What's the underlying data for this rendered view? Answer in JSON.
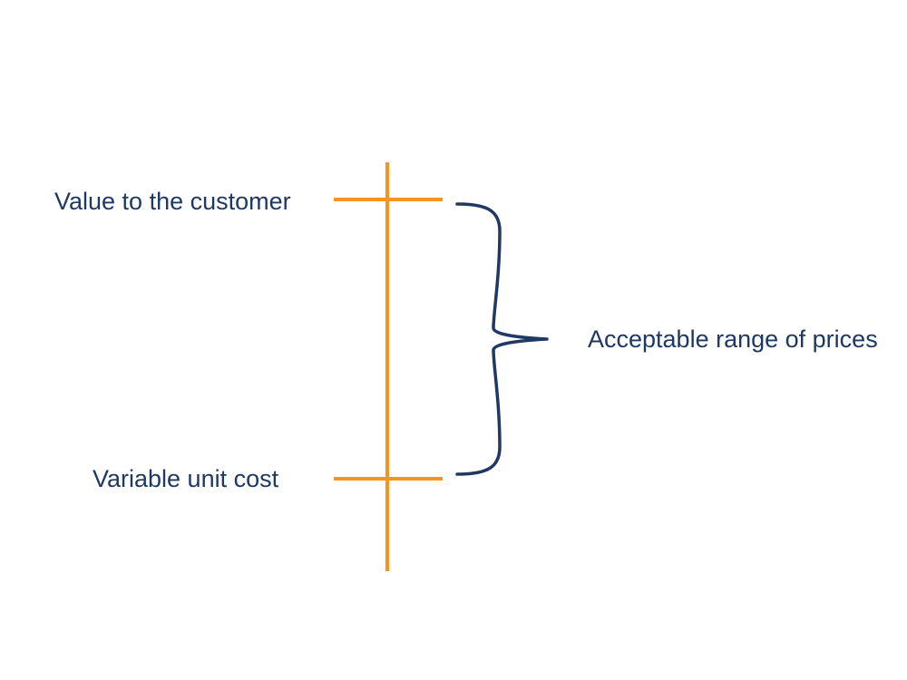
{
  "diagram": {
    "title": "price-range-diagram",
    "labels": {
      "value_to_customer": "Value to the customer",
      "variable_unit_cost": "Variable unit cost",
      "acceptable_range": "Acceptable range of prices"
    }
  },
  "colors": {
    "line_orange": "#F7941E",
    "text_navy": "#1F3864",
    "background": "#FFFFFF"
  }
}
